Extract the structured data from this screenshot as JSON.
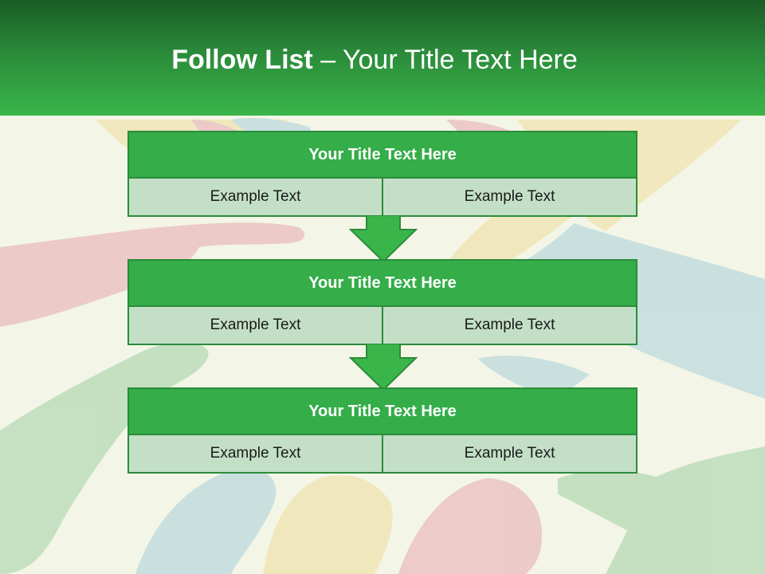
{
  "header": {
    "title_bold": "Follow List",
    "title_rest": "– Your Title Text Here"
  },
  "steps": [
    {
      "title": "Your Title Text Here",
      "left": "Example Text",
      "right": "Example Text"
    },
    {
      "title": "Your Title Text Here",
      "left": "Example Text",
      "right": "Example Text"
    },
    {
      "title": "Your Title Text Here",
      "left": "Example Text",
      "right": "Example Text"
    }
  ],
  "colors": {
    "header_dark": "#1b5c26",
    "header_light": "#3ab54a",
    "block_head": "#35ad49",
    "block_body": "#c3e0c6",
    "arrow": "#3ab54a"
  }
}
